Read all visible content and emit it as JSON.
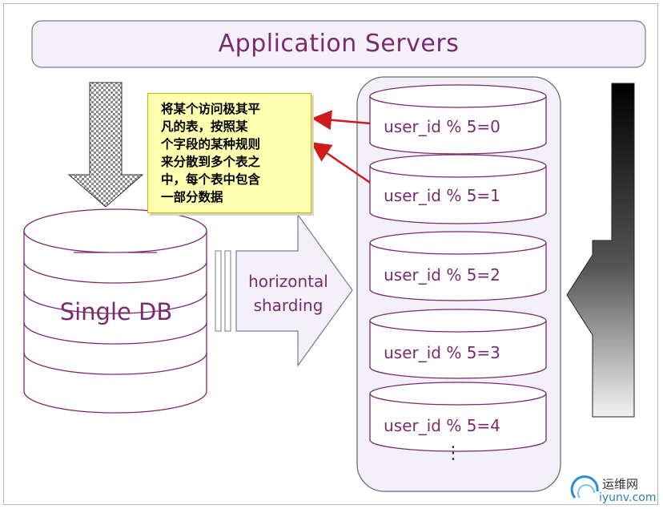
{
  "app_servers": {
    "label": "Application  Servers"
  },
  "single_db": {
    "label": "Single DB"
  },
  "transform_arrow": {
    "lines": [
      "horizontal",
      "sharding"
    ]
  },
  "shards": [
    {
      "label": "user_id % 5=0"
    },
    {
      "label": "user_id % 5=1"
    },
    {
      "label": "user_id % 5=2"
    },
    {
      "label": "user_id % 5=3"
    },
    {
      "label": "user_id % 5=4"
    }
  ],
  "continuation": {
    "symbol": "⋮"
  },
  "annotation": {
    "lines": [
      "将某个访问极其平",
      "凡的表，按照某",
      "个字段的某种规则",
      "来分散到多个表之",
      "中，每个表中包含",
      "一部分数据"
    ]
  },
  "watermark": {
    "cn": "运维网",
    "en": "iyunv.com"
  },
  "colors": {
    "text_accent": "#7b2a6e",
    "panel_fill": "#f3f0fa",
    "shard_fill": "#ffffff",
    "note_fill": "#ffffb0",
    "arrow_red": "#d11a1a"
  }
}
